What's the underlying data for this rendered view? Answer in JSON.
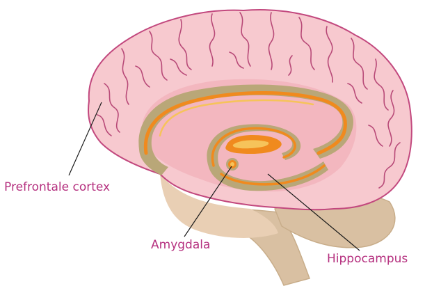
{
  "labels": {
    "prefrontal": "Prefrontale cortex",
    "amygdala": "Amygdala",
    "hippocampus": "Hippocampus"
  },
  "colors": {
    "label_text": "#b5307f",
    "cortex_fill": "#f7c9cf",
    "cortex_outline": "#c2487e",
    "cortex_inner": "#f3b7bf",
    "sulci": "#b84a78",
    "brainstem": "#d9c0a2",
    "limbic_band": "#b9a778",
    "limbic_orange": "#f08a1e",
    "limbic_yellow": "#f6c35a",
    "pointer_line": "#1a1a1a"
  }
}
